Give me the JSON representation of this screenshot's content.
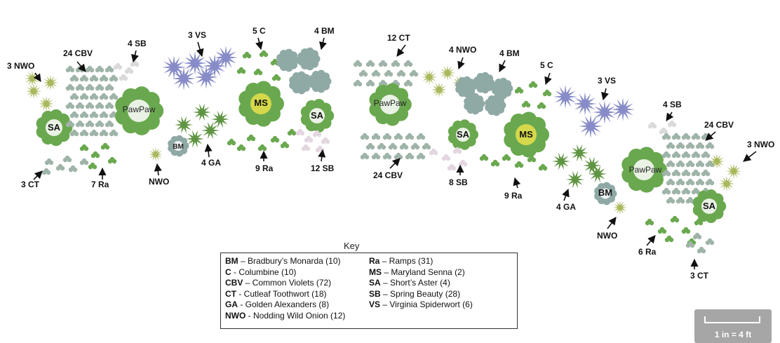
{
  "labels": {
    "l1_nwo": "3 NWO",
    "l1_cbv": "24 CBV",
    "l1_sb": "4 SB",
    "l1_vs": "3 VS",
    "l1_c": "5 C",
    "l1_bm": "4 BM",
    "l1_ct": "3 CT",
    "l1_ra": "7 Ra",
    "l1_nwo_single": "NWO",
    "l1_ga": "4 GA",
    "l1_ra9": "9 Ra",
    "l1_sb12": "12 SB",
    "l2_ct": "12 CT",
    "l2_nwo": "4 NWO",
    "l2_bm": "4 BM",
    "l2_c": "5 C",
    "l2_vs": "3 VS",
    "l2_sb": "4 SB",
    "l2_cbv_right": "24 CBV",
    "l2_nwo_right": "3 NWO",
    "l2_cbv": "24 CBV",
    "l2_sb8": "8 SB",
    "l2_ra9": "9 Ra",
    "l2_ga": "4 GA",
    "l2_nwo_single": "NWO",
    "l2_ra6": "6 Ra",
    "l2_ct3": "3 CT"
  },
  "circles": {
    "sa": "SA",
    "ms": "MS",
    "bm": "BM",
    "pawpaw": "PawPaw"
  },
  "key": {
    "title": "Key",
    "left": [
      {
        "code": "BM",
        "sep": " – ",
        "name": "Bradbury’s Monarda (10)"
      },
      {
        "code": "C",
        "sep": " - ",
        "name": "Columbine (10)"
      },
      {
        "code": "CBV",
        "sep": " – ",
        "name": "Common Violets (72)"
      },
      {
        "code": "CT",
        "sep": " - ",
        "name": "Cutleaf Toothwort  (18)"
      },
      {
        "code": "GA",
        "sep": " - ",
        "name": "Golden Alexanders (8)"
      },
      {
        "code": "NWO",
        "sep": " - ",
        "name": "Nodding Wild Onion (12)"
      }
    ],
    "right": [
      {
        "code": "Ra",
        "sep": " – ",
        "name": "Ramps (31)"
      },
      {
        "code": "MS",
        "sep": " – ",
        "name": "Maryland Senna (2)"
      },
      {
        "code": "SA",
        "sep": " – ",
        "name": "Short’s Aster (4)"
      },
      {
        "code": "SB",
        "sep": " – ",
        "name": "Spring Beauty (28)"
      },
      {
        "code": "VS",
        "sep": " – ",
        "name": "Virginia Spiderwort (6)"
      }
    ]
  },
  "scale": {
    "text": "1 in  =  4 ft"
  },
  "colors": {
    "dark_green": "#4e8a2e",
    "mid_green": "#6aa84f",
    "pale_green": "#cfe6b8",
    "blue_green": "#8fa9a5",
    "purple": "#7a7fc2",
    "yellow": "#e8e04a",
    "grey_green": "#9fb4a8",
    "olive": "#9fb04a"
  }
}
